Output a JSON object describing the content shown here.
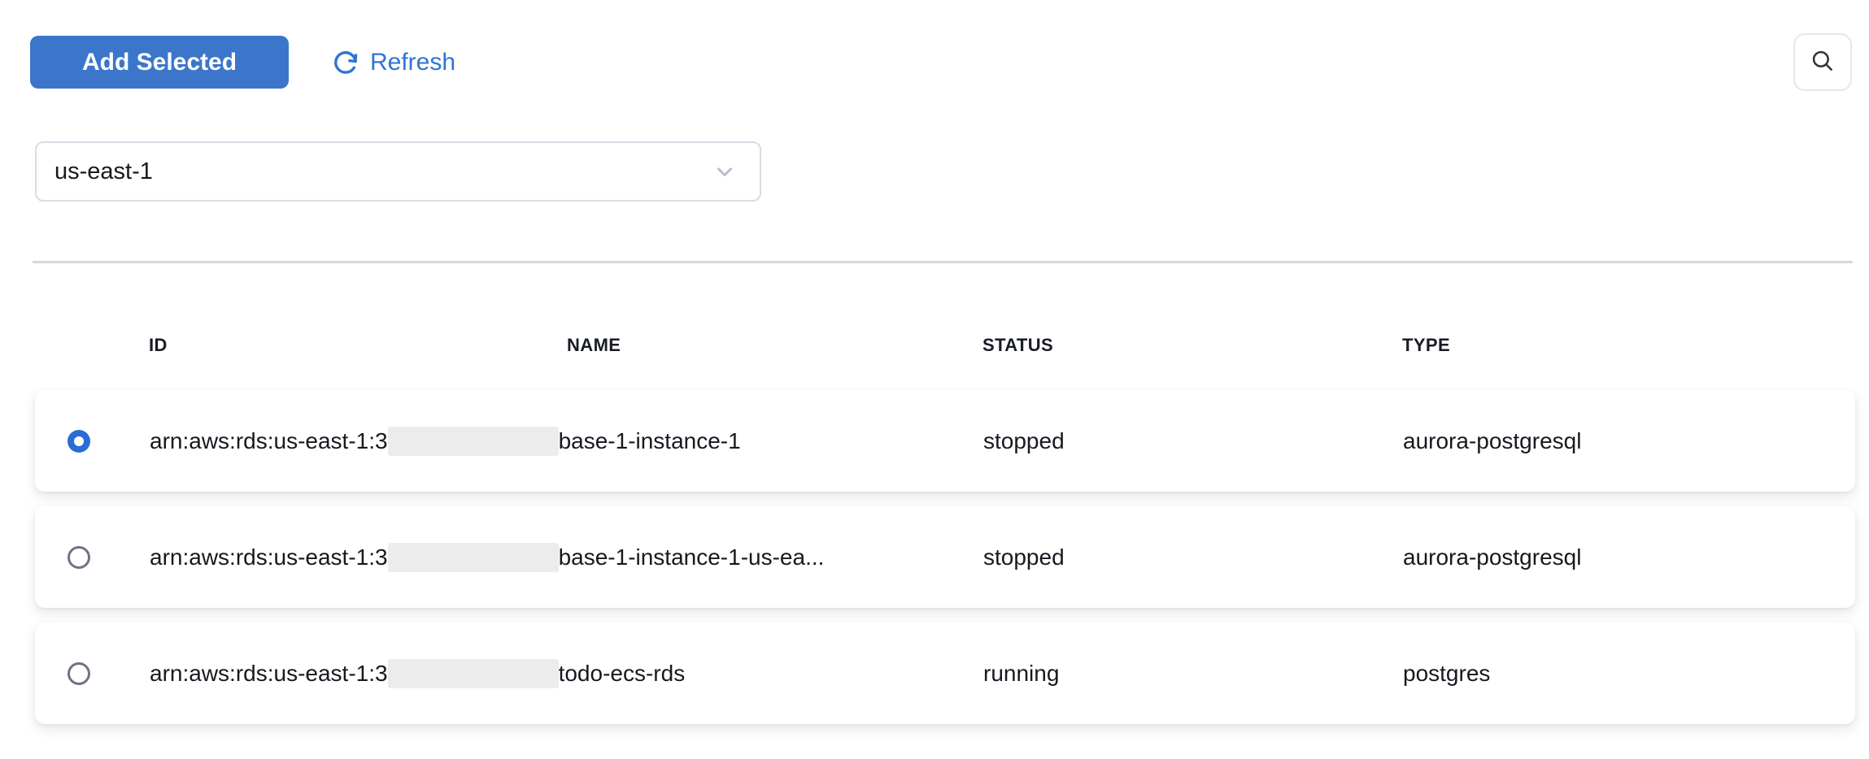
{
  "toolbar": {
    "add_selected_label": "Add Selected",
    "refresh_label": "Refresh"
  },
  "region_select": {
    "value": "us-east-1"
  },
  "table": {
    "columns": [
      "ID",
      "NAME",
      "STATUS",
      "TYPE"
    ],
    "rows": [
      {
        "id_prefix": "arn:aws:rds:us-east-1:3",
        "redacted": true,
        "id_suffix": "base-1-instance-1",
        "status": "stopped",
        "type": "aurora-postgresql",
        "selected": true
      },
      {
        "id_prefix": "arn:aws:rds:us-east-1:3",
        "redacted": true,
        "id_suffix": "base-1-instance-1-us-ea...",
        "status": "stopped",
        "type": "aurora-postgresql",
        "selected": false
      },
      {
        "id_prefix": "arn:aws:rds:us-east-1:3",
        "redacted": true,
        "id_suffix": "todo-ecs-rds",
        "status": "running",
        "type": "postgres",
        "selected": false
      }
    ]
  },
  "colors": {
    "primary_button": "#3b76cb",
    "link_blue": "#2e74d4",
    "radio_selected": "#2b6cd4",
    "divider": "#d4d8e0",
    "redaction": "#ececec"
  }
}
